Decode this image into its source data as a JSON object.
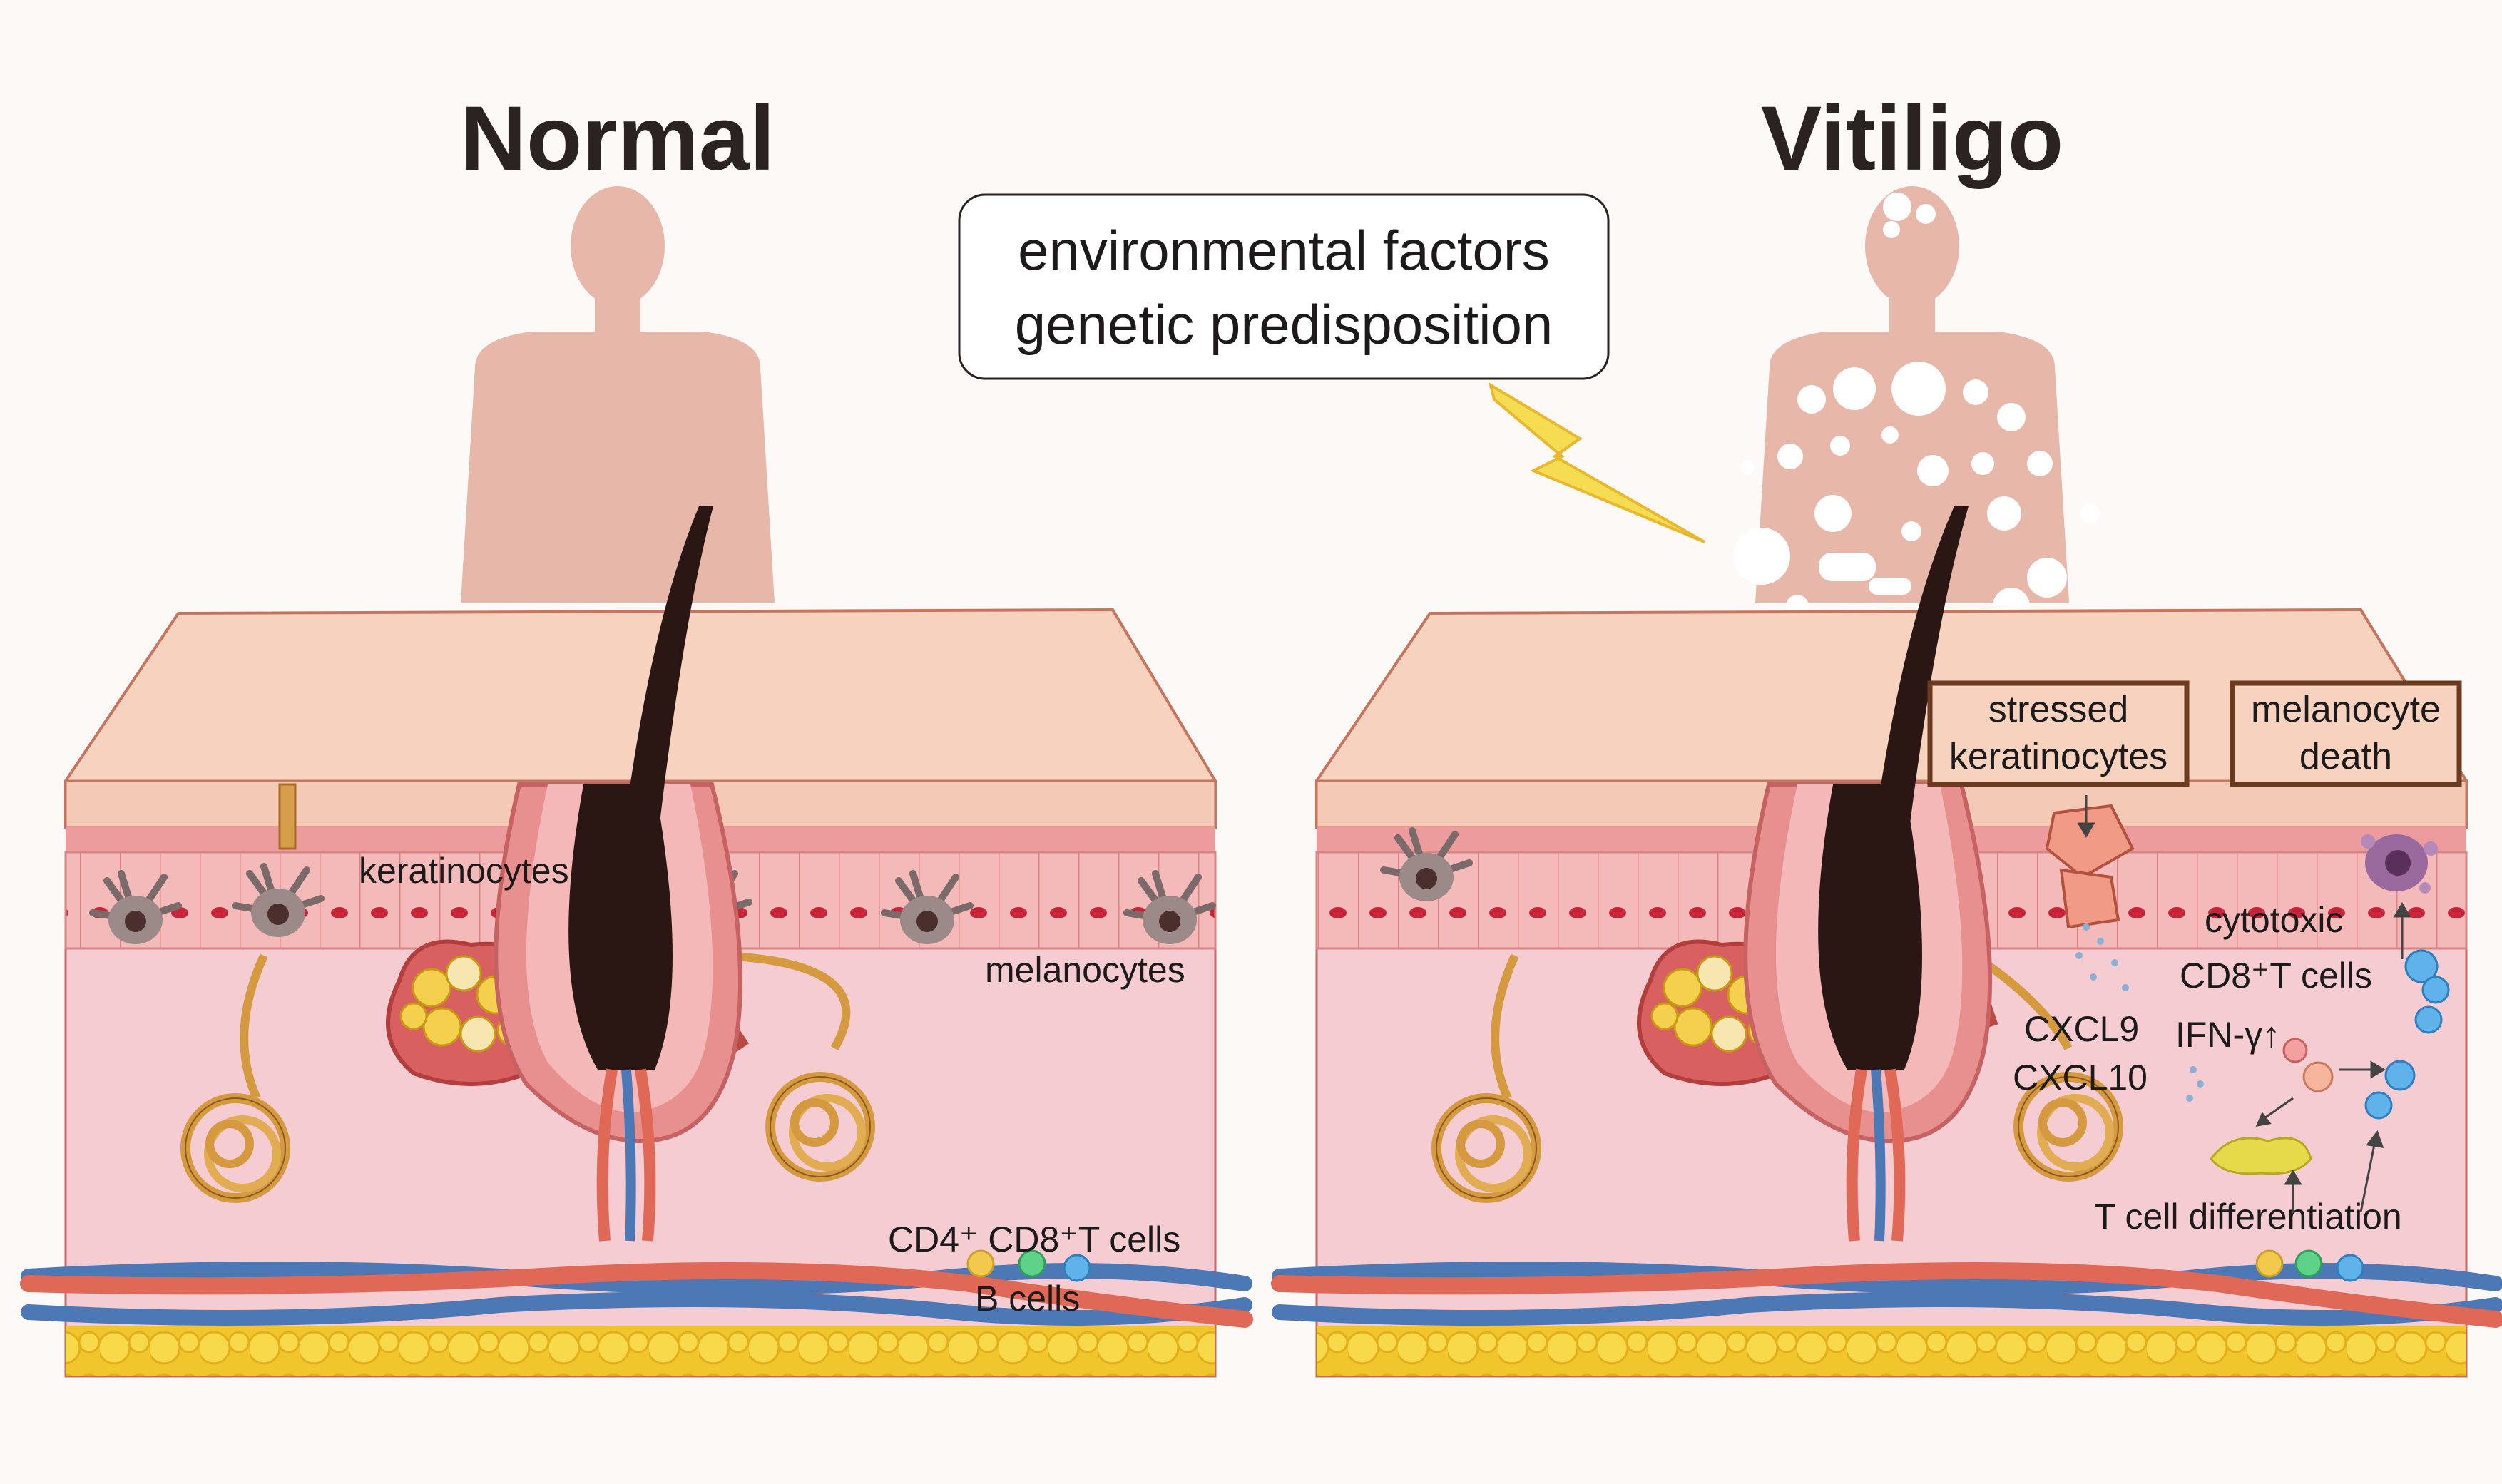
{
  "colors": {
    "background": "#fdf9f6",
    "skin_body": "#e7b7aa",
    "epidermis_top": "#f6d2bf",
    "dermis": "#f6ccd3",
    "hair": "#2a1714",
    "box_border": "#6a3b1e",
    "artery": "#e06856",
    "vein": "#4c78b6",
    "fat": "#f1c62c",
    "lightning": "#f5dc50",
    "vitiligo_patch": "#ffffff"
  },
  "panels": {
    "normal": {
      "title": "Normal",
      "labels": {
        "keratinocytes": "keratinocytes",
        "melanocytes": "melanocytes",
        "t_cells": "CD4⁺ CD8⁺T cells",
        "b_cells": "B cells"
      }
    },
    "vitiligo": {
      "title": "Vitiligo",
      "boxes": {
        "stressed": [
          "stressed",
          "keratinocytes"
        ],
        "death": [
          "melanocyte",
          "death"
        ]
      },
      "labels": {
        "cytotoxic": "cytotoxic",
        "cd8_t_cells": "CD8⁺T cells",
        "cxcl9": "CXCL9",
        "cxcl10": "CXCL10",
        "ifn": "IFN-γ↑",
        "t_diff": "T cell differentiation"
      }
    }
  },
  "factors": [
    "environmental factors",
    "genetic predisposition"
  ],
  "icons": {
    "lightning": "lightning-bolt-icon",
    "person": "human-silhouette-icon",
    "hair": "hair-follicle-icon",
    "sweat_gland": "sweat-gland-icon",
    "sebaceous_gland": "sebaceous-gland-icon",
    "melanocyte": "melanocyte-cell-icon",
    "immune_cell": "immune-cell-icon"
  }
}
